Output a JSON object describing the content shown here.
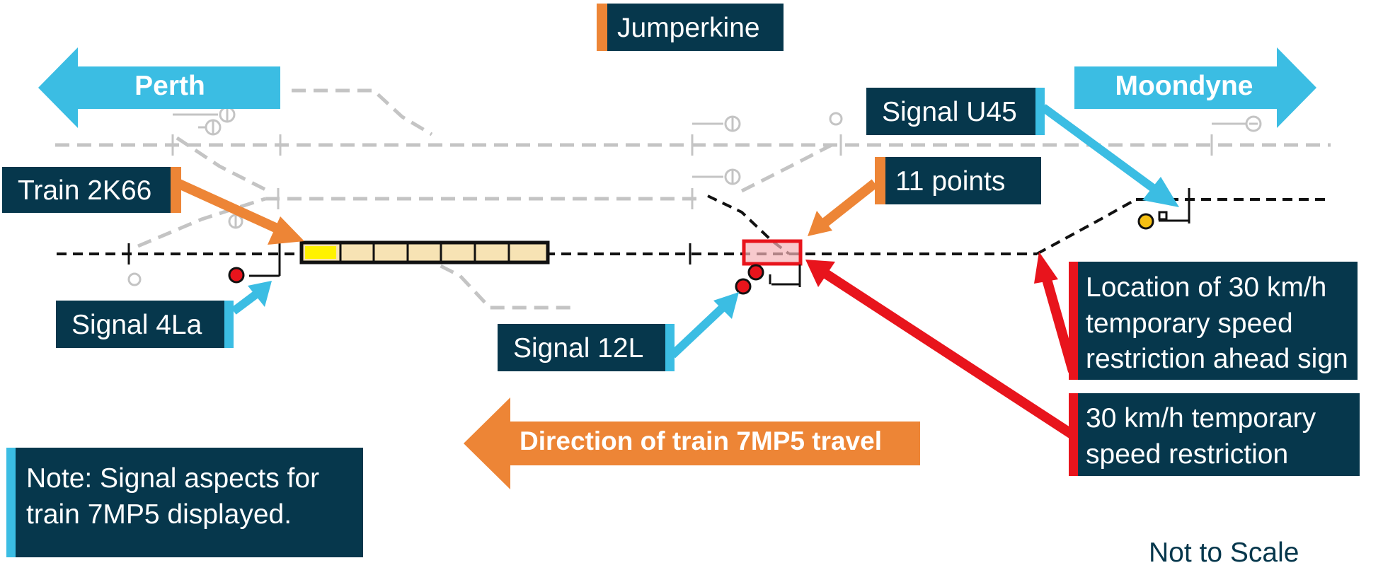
{
  "colors": {
    "navy": "#06374c",
    "blue": "#3bbde3",
    "orange": "#ed8536",
    "red": "#e8141c",
    "grey_track": "#c4c4c4",
    "black_track": "#111111"
  },
  "location": {
    "name": "Jumperkine"
  },
  "directions": {
    "left": "Perth",
    "right": "Moondyne"
  },
  "labels": {
    "signal_u45": "Signal U45",
    "points_11": "11 points",
    "train_2k66": "Train 2K66",
    "signal_4la": "Signal 4La",
    "signal_12l": "Signal 12L",
    "tsr_sign": [
      "Location of 30 km/h",
      "temporary speed",
      "restriction ahead sign"
    ],
    "tsr": [
      "30 km/h temporary",
      "speed restriction"
    ],
    "note": [
      "Note: Signal aspects for",
      "train 7MP5 displayed."
    ]
  },
  "travel": {
    "text": "Direction of train 7MP5 travel"
  },
  "footer": {
    "scale": "Not to Scale"
  },
  "signal_aspects": {
    "signal_4la": "red",
    "signal_12l": "red",
    "signal_u45": "yellow"
  }
}
